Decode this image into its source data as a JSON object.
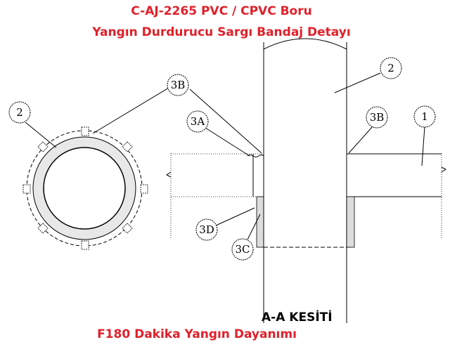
{
  "header": {
    "title_line1": "C-AJ-2265 PVC / CPVC Boru",
    "title_line2": "Yangın Durdurucu Sargı Bandaj Detayı"
  },
  "section_label": "A-A KESİTİ",
  "footer": "F180 Dakika Yangın Dayanımı",
  "callouts": {
    "plan_pipe": "2",
    "plan_wrap": "3B",
    "section_wrap": "3A",
    "section_pipe": "2",
    "section_wrap_right": "3B",
    "floor": "1",
    "collar_3d": "3D",
    "collar_3c": "3C"
  },
  "colors": {
    "title": "#e0202a",
    "line": "#000000"
  }
}
